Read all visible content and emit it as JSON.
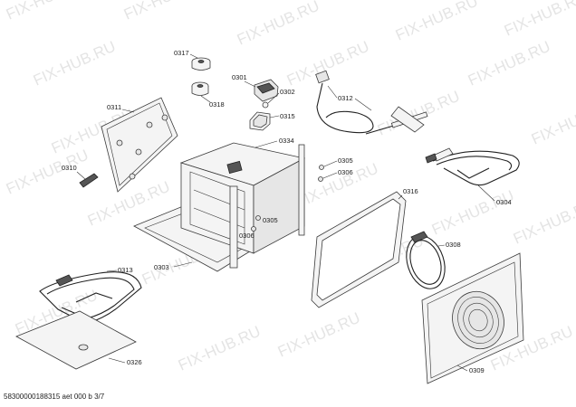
{
  "watermark": "FIX-HUB.RU",
  "footer": "58300000188315 aet 000 b 3/7",
  "labels": {
    "p0317": "0317",
    "p0318": "0318",
    "p0301": "0301",
    "p0302": "0302",
    "p0315": "0315",
    "p0312": "0312",
    "p0311": "0311",
    "p0334": "0334",
    "p0305a": "0305",
    "p0306a": "0306",
    "p0310": "0310",
    "p0316": "0316",
    "p0304": "0304",
    "p0305b": "0305",
    "p0306b": "0306",
    "p0303": "0303",
    "p0308": "0308",
    "p0313": "0313",
    "p0309": "0309",
    "p0326": "0326"
  }
}
